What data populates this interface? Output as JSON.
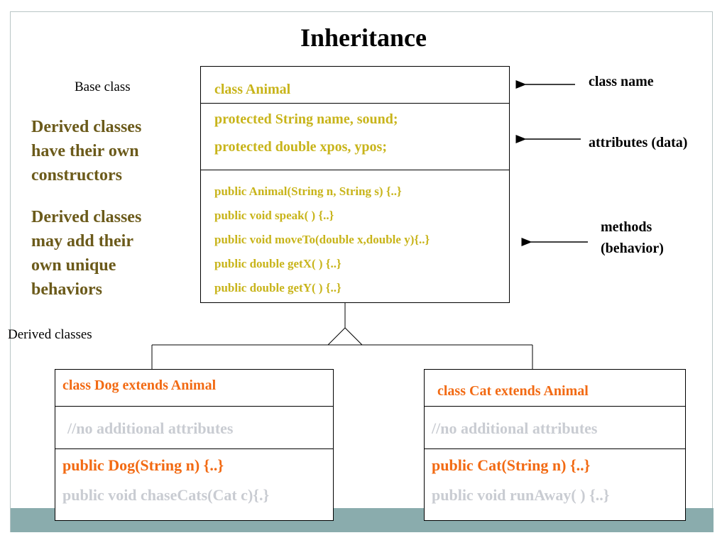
{
  "title": "Inheritance",
  "labels": {
    "base_class": "Base class",
    "derived_classes": "Derived classes"
  },
  "notes": [
    "Derived classes have their own constructors",
    "Derived classes may add their own unique behaviors"
  ],
  "annotations": {
    "class_name": "class name",
    "attributes": "attributes (data)",
    "methods_line1": "methods",
    "methods_line2": "(behavior)"
  },
  "animal": {
    "header": "class Animal",
    "attributes": [
      "protected String name, sound;",
      "protected double xpos, ypos;"
    ],
    "methods": [
      "public Animal(String n, String s) {..}",
      "public void speak( ) {..}",
      "public void moveTo(double x,double y){..}",
      "public double getX( ) {..}",
      "public double getY( ) {..}"
    ]
  },
  "dog": {
    "header": "class Dog  extends Animal",
    "attributes": "//no additional attributes",
    "constructor": "public Dog(String n) {..}",
    "method": "public void chaseCats(Cat c){.}"
  },
  "cat": {
    "header": "class Cat  extends Animal",
    "attributes": "//no additional attributes",
    "constructor": "public Cat(String n) {..}",
    "method": "public void runAway( ) {..}"
  },
  "colors": {
    "base_text": "#c8b41a",
    "derived_header": "#f26a13",
    "muted": "#c9ccd2",
    "note_text": "#6b5a1a",
    "bar": "#8aacad"
  }
}
